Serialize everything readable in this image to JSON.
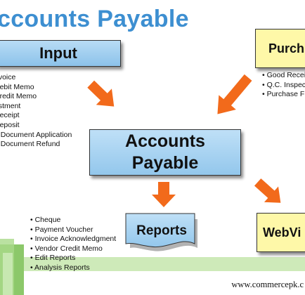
{
  "title": "ccounts Payable",
  "boxes": {
    "input": "Input",
    "purchase": "Purch",
    "ap_line1": "Accounts",
    "ap_line2": "Payable",
    "reports": "Reports",
    "webview": "WebVi"
  },
  "input_items": [
    "nvoice",
    "Debit Memo",
    "Credit Memo",
    "ustment",
    "Receipt",
    "Deposit",
    "d Document Application",
    "d Document Refund"
  ],
  "purchase_items": [
    "• Good Recei",
    "• Q.C. Inspec",
    "• Purchase F"
  ],
  "reports_items": [
    "• Cheque",
    "• Payment Voucher",
    "• Invoice Acknowledgment",
    "• Vendor Credit Memo",
    "• Edit Reports",
    "• Analysis Reports"
  ],
  "footer": "www.commercepk.c",
  "colors": {
    "title": "#3d8fd1",
    "arrow": "#f26a1b",
    "blue_box": "#a6d1f1",
    "yellow_box": "#fef8a8",
    "green_band": "#9ed07a"
  }
}
